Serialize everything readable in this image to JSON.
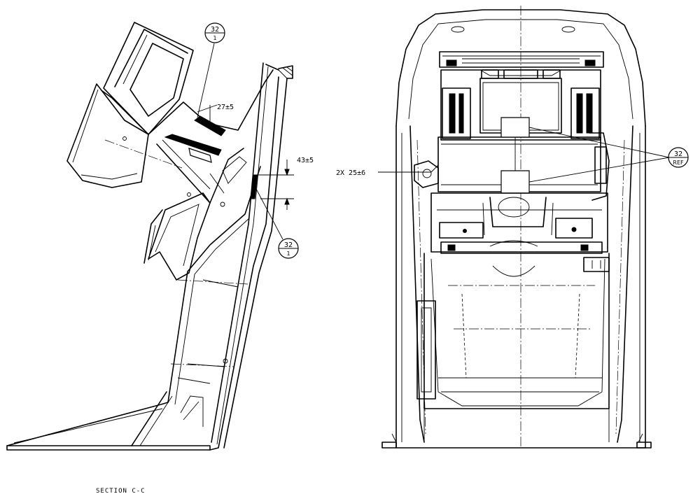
{
  "caption": "SECTION  C-C",
  "dimensions": {
    "d1": "27±5",
    "d2": "43±5",
    "d3": "2X 25±6"
  },
  "balloons": [
    {
      "top": "32",
      "bottom": "1"
    },
    {
      "top": "32",
      "bottom": "1"
    },
    {
      "top": "32",
      "bottom": "REF"
    }
  ]
}
